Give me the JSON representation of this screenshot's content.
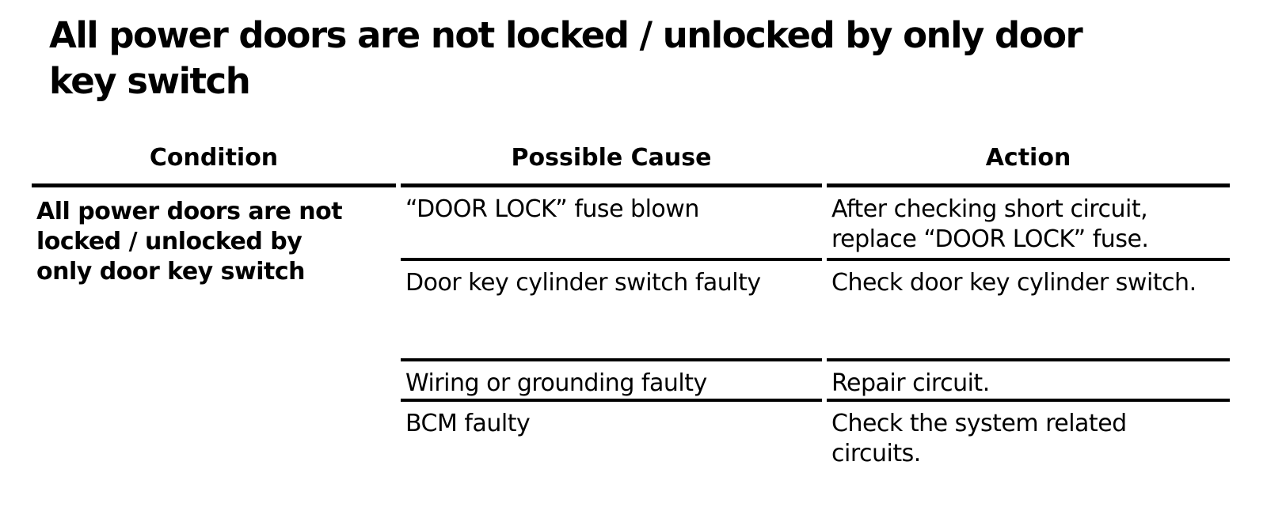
{
  "page": {
    "title_lines": [
      "All power doors are not locked / unlocked by only door",
      "key switch"
    ]
  },
  "table": {
    "headers": [
      "Condition",
      "Possible Cause",
      "Action"
    ],
    "condition_lines": [
      "All power doors are not",
      "locked / unlocked by",
      "only door key switch"
    ],
    "rows": [
      {
        "cause": "“DOOR LOCK” fuse blown",
        "action_lines": [
          "After checking short circuit,",
          "replace “DOOR LOCK” fuse."
        ]
      },
      {
        "cause": "Door key cylinder switch faulty",
        "action_lines": [
          "Check door key cylinder switch."
        ]
      },
      {
        "cause": "Wiring or grounding faulty",
        "action_lines": [
          "Repair circuit."
        ]
      },
      {
        "cause": "BCM faulty",
        "action_lines": [
          "Check the system related",
          "circuits."
        ]
      }
    ]
  },
  "colors": {
    "text": "#000000",
    "background": "#ffffff",
    "rule": "#000000"
  }
}
